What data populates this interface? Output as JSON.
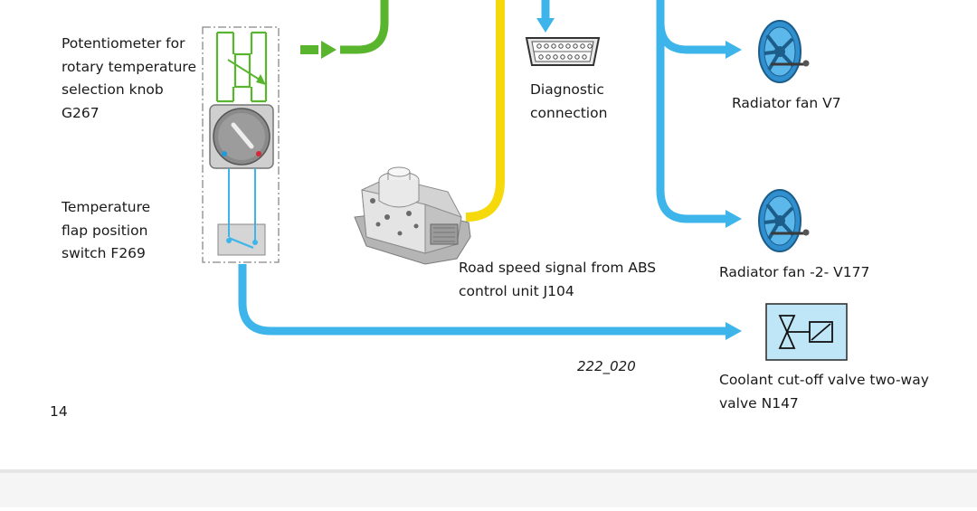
{
  "labels": {
    "potentiometer": "Potentiometer for\nrotary temperature\nselection knob\nG267",
    "flap_switch": "Temperature\nflap position\nswitch F269",
    "diagnostic": "Diagnostic\nconnection",
    "abs": "Road speed signal from ABS\ncontrol unit J104",
    "fan_v7": "Radiator fan V7",
    "fan_v177": "Radiator fan -2- V177",
    "valve": "Coolant cut-off valve two-way\nvalve N147",
    "figure_id": "222_020",
    "page_number": "14"
  },
  "colors": {
    "blue": "#3db5ea",
    "yellow": "#f5d90a",
    "green": "#5ab52e",
    "fan_blue": "#2f8fcf",
    "device_grey": "#b8b8b8",
    "valve_fill": "#bfe6f7"
  },
  "icons": [
    "potentiometer-symbol",
    "rotary-knob",
    "switch-symbol",
    "obd-connector-icon",
    "abs-unit-image",
    "radiator-fan-icon",
    "valve-symbol"
  ]
}
